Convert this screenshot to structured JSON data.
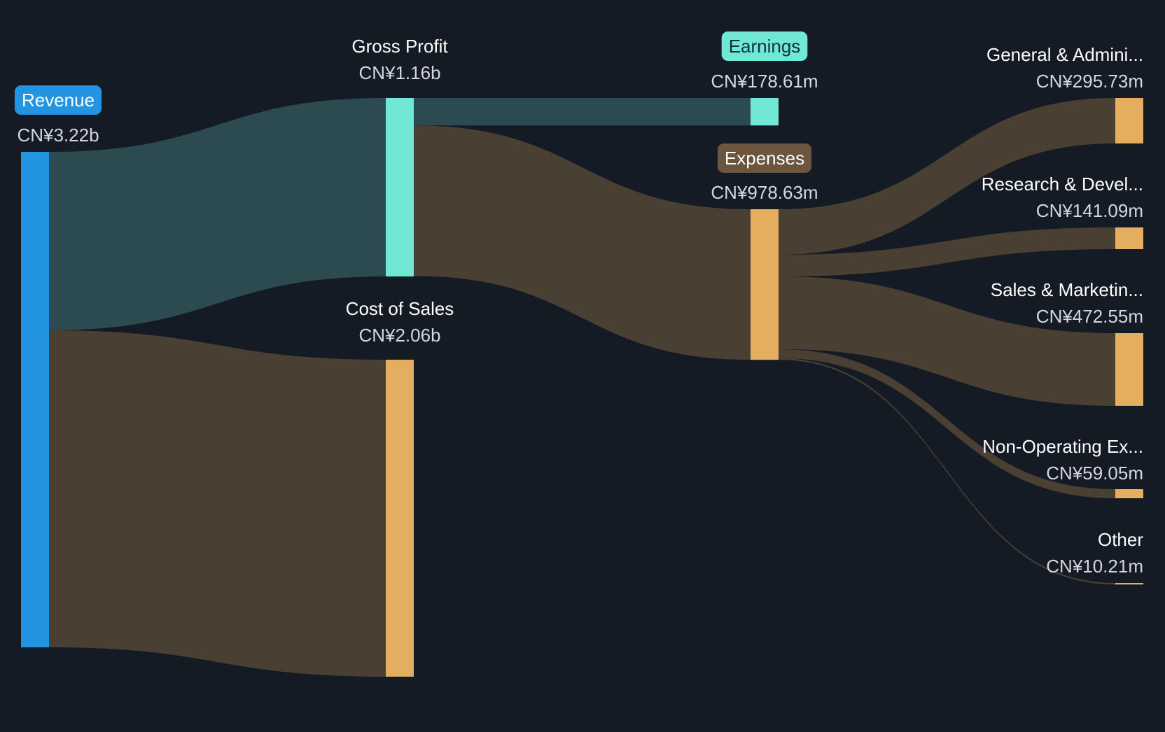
{
  "colors": {
    "background": "#151b25",
    "revenue": "#2394e0",
    "profit": "#6fe8d6",
    "expense": "#e3ae5f",
    "profit_link": "#2c4b51",
    "expense_link": "#4a3f33",
    "expense_badge": "#6b563d",
    "badge_text_dark": "#12303a",
    "badge_text_light": "#ffffff"
  },
  "chart_data": {
    "type": "sankey",
    "currency": "CN¥",
    "nodes": [
      {
        "id": "revenue",
        "name": "Revenue",
        "value": 3220,
        "value_label": "CN¥3.22b",
        "column": 0,
        "kind": "revenue",
        "badge": true
      },
      {
        "id": "gross_profit",
        "name": "Gross Profit",
        "value": 1160,
        "value_label": "CN¥1.16b",
        "column": 1,
        "kind": "profit",
        "badge": false
      },
      {
        "id": "cost_of_sales",
        "name": "Cost of Sales",
        "value": 2060,
        "value_label": "CN¥2.06b",
        "column": 1,
        "kind": "expense",
        "badge": false
      },
      {
        "id": "earnings",
        "name": "Earnings",
        "value": 178.61,
        "value_label": "CN¥178.61m",
        "column": 2,
        "kind": "profit",
        "badge": true
      },
      {
        "id": "expenses",
        "name": "Expenses",
        "value": 978.63,
        "value_label": "CN¥978.63m",
        "column": 2,
        "kind": "expense",
        "badge": true
      },
      {
        "id": "general_admin",
        "name": "General & Admini...",
        "value": 295.73,
        "value_label": "CN¥295.73m",
        "column": 3,
        "kind": "expense",
        "badge": false
      },
      {
        "id": "research_dev",
        "name": "Research & Devel...",
        "value": 141.09,
        "value_label": "CN¥141.09m",
        "column": 3,
        "kind": "expense",
        "badge": false
      },
      {
        "id": "sales_marketing",
        "name": "Sales & Marketin...",
        "value": 472.55,
        "value_label": "CN¥472.55m",
        "column": 3,
        "kind": "expense",
        "badge": false
      },
      {
        "id": "non_operating",
        "name": "Non-Operating Ex...",
        "value": 59.05,
        "value_label": "CN¥59.05m",
        "column": 3,
        "kind": "expense",
        "badge": false
      },
      {
        "id": "other",
        "name": "Other",
        "value": 10.21,
        "value_label": "CN¥10.21m",
        "column": 3,
        "kind": "expense",
        "badge": false
      }
    ],
    "links": [
      {
        "source": "revenue",
        "target": "gross_profit",
        "value": 1160,
        "kind": "profit"
      },
      {
        "source": "revenue",
        "target": "cost_of_sales",
        "value": 2060,
        "kind": "expense"
      },
      {
        "source": "gross_profit",
        "target": "earnings",
        "value": 178.61,
        "kind": "profit"
      },
      {
        "source": "gross_profit",
        "target": "expenses",
        "value": 978.63,
        "kind": "expense"
      },
      {
        "source": "expenses",
        "target": "general_admin",
        "value": 295.73,
        "kind": "expense"
      },
      {
        "source": "expenses",
        "target": "research_dev",
        "value": 141.09,
        "kind": "expense"
      },
      {
        "source": "expenses",
        "target": "sales_marketing",
        "value": 472.55,
        "kind": "expense"
      },
      {
        "source": "expenses",
        "target": "non_operating",
        "value": 59.05,
        "kind": "expense"
      },
      {
        "source": "expenses",
        "target": "other",
        "value": 10.21,
        "kind": "expense"
      }
    ]
  }
}
